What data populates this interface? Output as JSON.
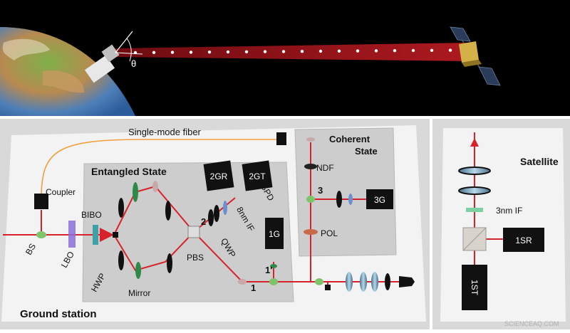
{
  "space_scene": {
    "angle_label": "θ"
  },
  "ground_station": {
    "title": "Ground station",
    "fiber_label": "Single-mode fiber",
    "coupler_label": "Coupler",
    "entangled_label": "Entangled State",
    "coherent_label_line1": "Coherent",
    "coherent_label_line2": "State",
    "components": {
      "bs": "BS",
      "lbo": "LBO",
      "bibo": "BIBO",
      "hwp": "HWP",
      "mirror": "Mirror",
      "pbs": "PBS",
      "qwp": "QWP",
      "if8": "8nm IF",
      "spd": "SPD",
      "ndf": "NDF",
      "pol": "POL"
    },
    "detectors": {
      "d2gr": "2GR",
      "d2gt": "2GT",
      "d1g": "1G",
      "d3g": "3G"
    },
    "path_numbers": {
      "p1": "1",
      "p1prime": "1'",
      "p2": "2",
      "p3": "3"
    }
  },
  "satellite_panel": {
    "title": "Satellite",
    "if_label": "3nm IF",
    "detectors": {
      "d1sr": "1SR",
      "d1st": "1ST"
    }
  },
  "watermark": "SCIENCEAQ.COM",
  "colors": {
    "beam": "#d8222b",
    "fiber": "#f0a040",
    "panel_bg": "#d9d9d9",
    "box_fill": "#c9c9c9",
    "space_bg": "#000000"
  }
}
